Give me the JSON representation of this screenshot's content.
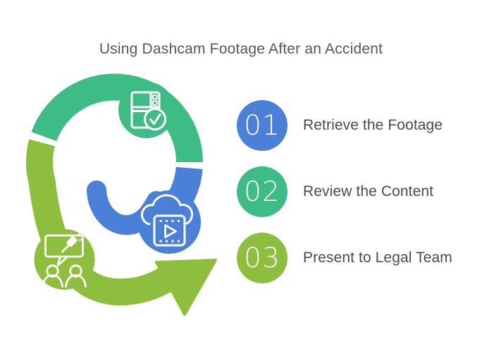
{
  "title": "Using Dashcam Footage After an Accident",
  "colors": {
    "background": "#ffffff",
    "green": "#3dbd85",
    "blue": "#4b80d8",
    "olive": "#8ebe3d",
    "icon_stroke": "#ffffff",
    "title_text": "#57585a",
    "label_text": "#4a4b4d",
    "number_text": "#ffffff"
  },
  "cycle_diagram": {
    "icons": [
      {
        "name": "film-strip-check-icon"
      },
      {
        "name": "cloud-video-icon"
      },
      {
        "name": "people-gavel-icon"
      }
    ]
  },
  "steps": [
    {
      "num": "01",
      "label": "Retrieve the Footage",
      "color": "#4b80d8"
    },
    {
      "num": "02",
      "label": "Review the Content",
      "color": "#3dbd85"
    },
    {
      "num": "03",
      "label": "Present to Legal Team",
      "color": "#8ebe3d"
    }
  ]
}
